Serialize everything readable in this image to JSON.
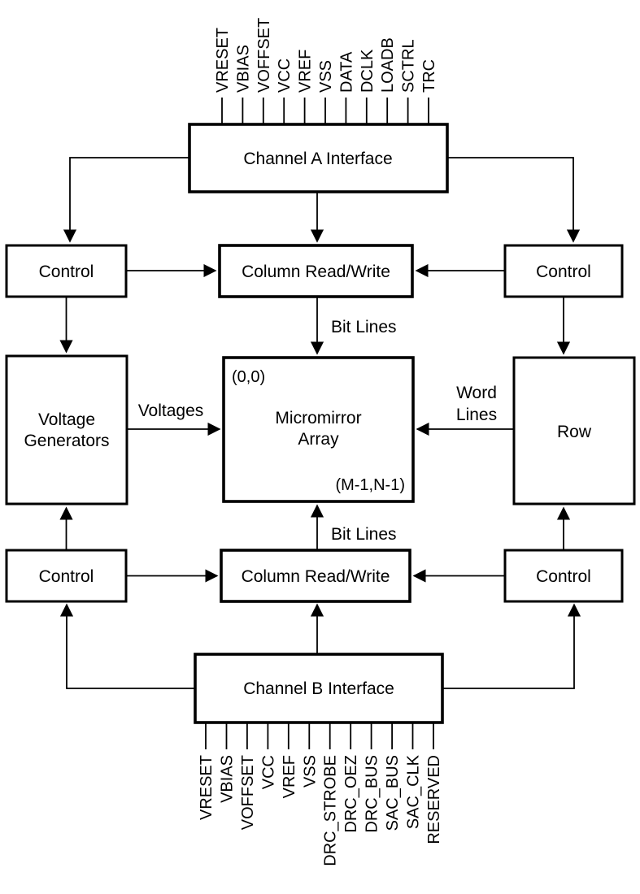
{
  "diagram": {
    "channel_a": {
      "label": "Channel A Interface",
      "pins": [
        "VRESET",
        "VBIAS",
        "VOFFSET",
        "VCC",
        "VREF",
        "VSS",
        "DATA",
        "DCLK",
        "LOADB",
        "SCTRL",
        "TRC"
      ]
    },
    "channel_b": {
      "label": "Channel B Interface",
      "pins": [
        "VRESET",
        "VBIAS",
        "VOFFSET",
        "VCC",
        "VREF",
        "VSS",
        "DRC_STROBE",
        "DRC_OEZ",
        "DRC_BUS",
        "SAC_BUS",
        "SAC_CLK",
        "RESERVED"
      ]
    },
    "blocks": {
      "control": "Control",
      "column_read_write": "Column Read/Write",
      "voltage_generators": [
        "Voltage",
        "Generators"
      ],
      "micromirror_array": [
        "Micromirror",
        "Array"
      ],
      "row": "Row"
    },
    "annotations": {
      "bit_lines": "Bit Lines",
      "voltages": "Voltages",
      "word_lines": [
        "Word",
        "Lines"
      ],
      "array_origin": "(0,0)",
      "array_extent": "(M-1,N-1)"
    },
    "colors": {
      "line": "#000000",
      "background": "#ffffff",
      "box_fill": "#ffffff"
    }
  }
}
